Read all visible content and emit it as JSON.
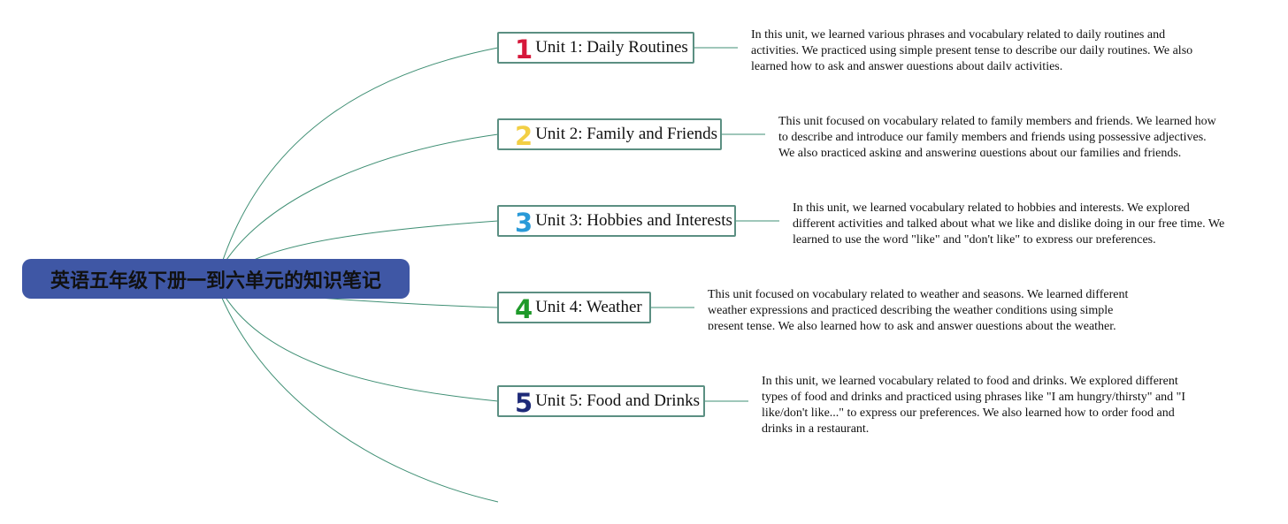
{
  "root": {
    "title": "英语五年级下册一到六单元的知识笔记"
  },
  "units": [
    {
      "number": "1",
      "number_color": "#d6173a",
      "label": "Unit 1: Daily Routines",
      "note": "In this unit, we learned various phrases and vocabulary related to daily routines and activities. We practiced using simple present tense to describe our daily routines. We also learned how to ask and answer questions about daily activities."
    },
    {
      "number": "2",
      "number_color": "#f2cf45",
      "label": "Unit 2: Family and Friends",
      "note": "This unit focused on vocabulary related to family members and friends. We learned how to describe and introduce our family members and friends using possessive adjectives. We also practiced asking and answering questions about our families and friends."
    },
    {
      "number": "3",
      "number_color": "#2a9ad8",
      "label": "Unit 3: Hobbies and Interests",
      "note": "In this unit, we learned vocabulary related to hobbies and interests. We explored different activities and talked about what we like and dislike doing in our free time. We learned to use the word \"like\" and \"don't like\" to express our preferences."
    },
    {
      "number": "4",
      "number_color": "#1f9a2a",
      "label": "Unit 4: Weather",
      "note": "This unit focused on vocabulary related to weather and seasons. We learned different weather expressions and practiced describing the weather conditions using simple present tense. We also learned how to ask and answer questions about the weather."
    },
    {
      "number": "5",
      "number_color": "#1e2a78",
      "label": "Unit 5: Food and Drinks",
      "note": "In this unit, we learned vocabulary related to food and drinks. We explored different types of food and drinks and practiced using phrases like \"I am hungry/thirsty\" and \"I like/don't like...\" to express our preferences. We also learned how to order food and drinks in a restaurant."
    }
  ],
  "colors": {
    "root_fill": "#3f57a5",
    "connector": "#3f8f74",
    "box_border": "#5b8f82"
  }
}
